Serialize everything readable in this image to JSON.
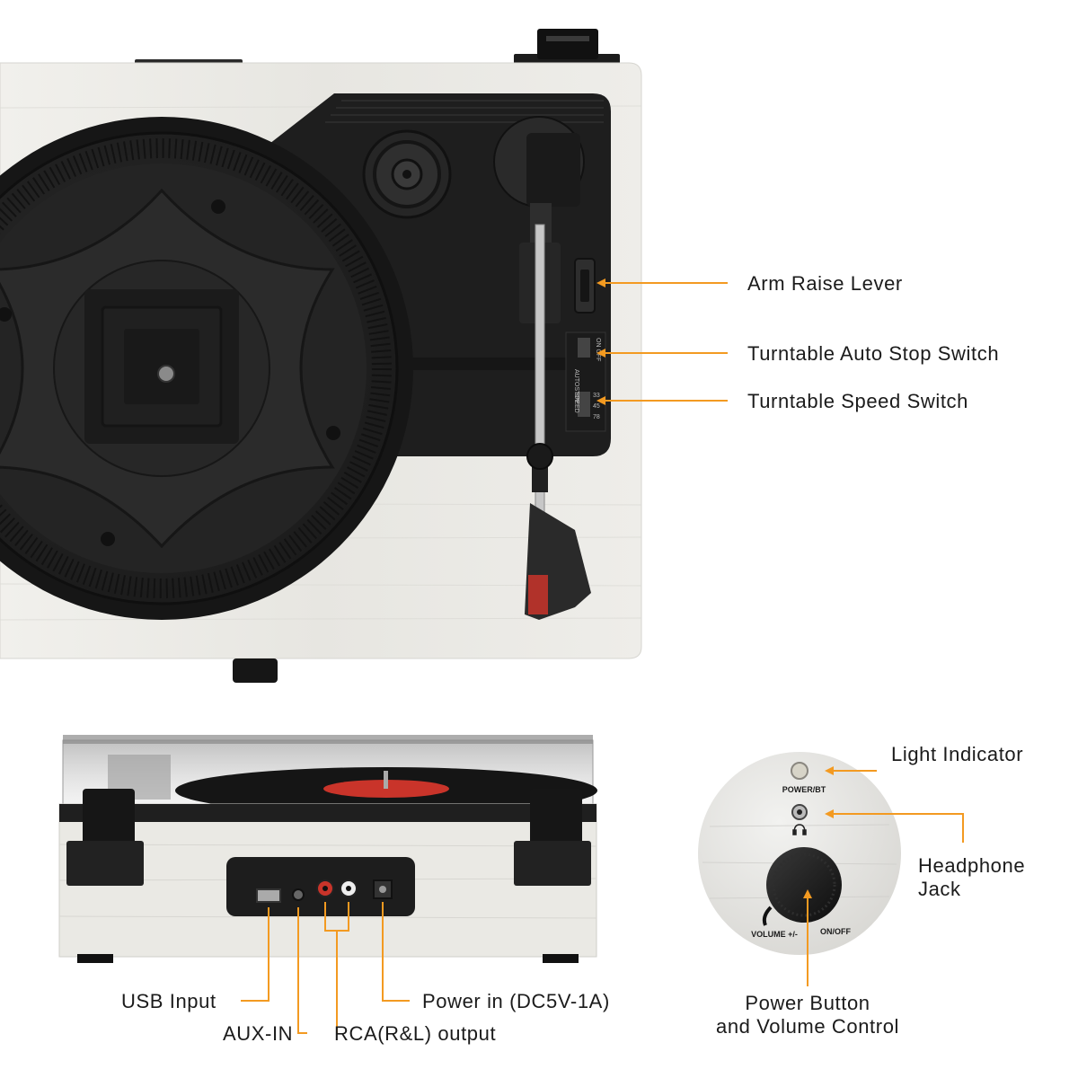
{
  "colors": {
    "accent": "#f39a21",
    "body_white": "#ecebe7",
    "panel_black": "#1e1e1e",
    "platter": "#262626",
    "label_red": "#c9342a",
    "text": "#1b1b1b"
  },
  "top_callouts": {
    "arm_raise_lever": "Arm Raise Lever",
    "auto_stop_switch": "Turntable Auto Stop Switch",
    "speed_switch": "Turntable Speed Switch"
  },
  "switch_labels": {
    "autostop": "AUTOSTOP",
    "on_off": "ON OFF",
    "speed": "SPEED",
    "speed_33": "33",
    "speed_45": "45",
    "speed_78": "78"
  },
  "rear_callouts": {
    "usb_input": "USB Input",
    "aux_in": "AUX-IN",
    "rca_output": "RCA(R&L) output",
    "power_in": "Power in (DC5V-1A)"
  },
  "side_callouts": {
    "light_indicator": "Light Indicator",
    "headphone_jack_line1": "Headphone",
    "headphone_jack_line2": "Jack",
    "power_volume_line1": "Power Button",
    "power_volume_line2": "and Volume Control"
  },
  "panel_labels": {
    "power_bt": "POWER/BT",
    "volume": "VOLUME +/-",
    "on_off": "ON/OFF"
  },
  "icons": {
    "headphone": "headphone-icon"
  }
}
